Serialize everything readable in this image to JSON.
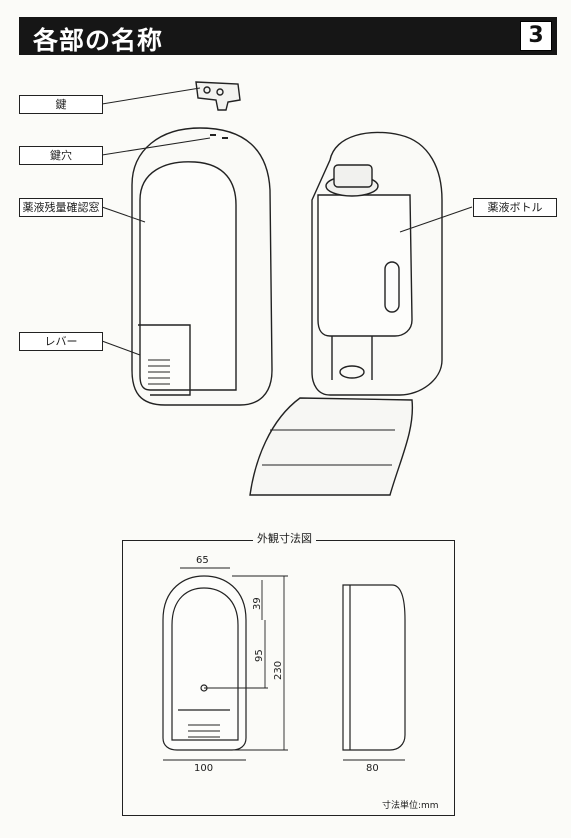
{
  "header": {
    "title": "各部の名称",
    "page_number": "3"
  },
  "labels": {
    "key": "鍵",
    "keyhole": "鍵穴",
    "level_window": "薬液残量確認窓",
    "bottle": "薬液ボトル",
    "lever": "レバー"
  },
  "dimensions": {
    "title": "外観寸法図",
    "width_top": "65",
    "width_bottom": "100",
    "height_upper": "39",
    "height_middle": "95",
    "height_total": "230",
    "depth": "80",
    "unit_note": "寸法単位:mm"
  },
  "colors": {
    "header_bg": "#161616",
    "header_text": "#ffffff",
    "line": "#222222"
  }
}
